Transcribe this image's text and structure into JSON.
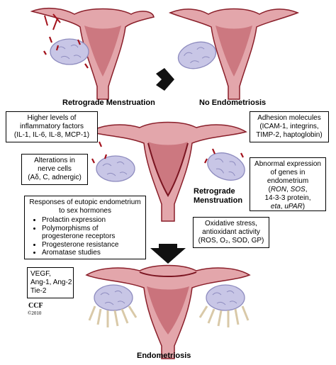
{
  "labels": {
    "retrograde_top": "Retrograde Menstruation",
    "no_endometriosis": "No Endometriosis",
    "retrograde_mid_line1": "Retrograde",
    "retrograde_mid_line2": "Menstruation",
    "endometriosis": "Endometriosis"
  },
  "boxes": {
    "inflammatory": [
      "Higher levels of",
      "inflammatory factors",
      "(IL-1, IL-6, IL-8, MCP-1)"
    ],
    "adhesion": [
      "Adhesion molecules",
      "(ICAM-1, integrins,",
      "TIMP-2, haptoglobin)"
    ],
    "nerve": [
      "Alterations in",
      "nerve cells",
      "(Aδ, C, adnergic)"
    ],
    "genes": {
      "lines": [
        "Abnormal expression",
        "of genes in",
        "endometrium"
      ],
      "italic_line1_a": "RON",
      "line1_sep": ", ",
      "italic_line1_b": "SOS",
      "line2": "14-3-3 protein,",
      "italic_line3_a": "eta",
      "line3_sep": ", ",
      "italic_line3_b": "uPAR"
    },
    "hormones": {
      "header": [
        "Responses of eutopic endometrium",
        "to sex hormones"
      ],
      "items": [
        "Prolactin expression",
        "Polymorphisms of progesterone receptors",
        "Progesterone resistance",
        "Aromatase studies"
      ]
    },
    "oxidative": [
      "Oxidative stress,",
      "antioxidant activity",
      "(ROS, O₂, SOD, GP)"
    ],
    "vegf": [
      "VEGF,",
      "Ang-1, Ang-2",
      "Tie-2"
    ]
  },
  "credit": {
    "logo": "CCF",
    "year": "©2010"
  },
  "colors": {
    "uterus_fill": "#e3a6ab",
    "uterus_dark": "#8a1f2a",
    "blood": "#a3121c",
    "ovary_fill": "#c8c6e6",
    "ovary_stroke": "#8e8cbf",
    "arrow": "#111111"
  }
}
